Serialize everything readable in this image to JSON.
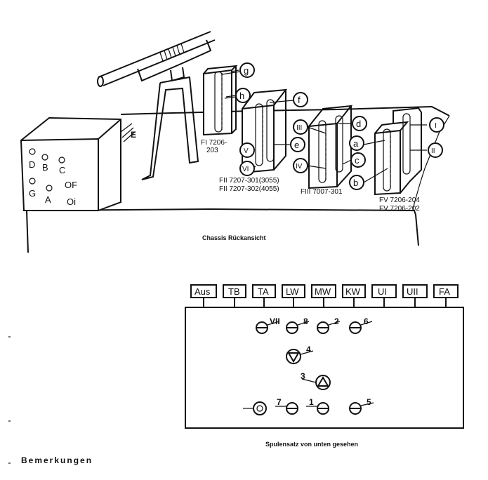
{
  "chassis": {
    "caption": "Chassis Rückansicht",
    "box_labels": [
      "D",
      "B",
      "C",
      "G",
      "A",
      "OF",
      "Oi"
    ],
    "e_label": "E",
    "filter_labels": {
      "f1": [
        "FI 7206-",
        "203"
      ],
      "f2": [
        "FII 7207-301(3055)",
        "FII 7207-302(4055)"
      ],
      "f3": [
        "FIII 7007-301"
      ],
      "f5": [
        "FV 7206-204",
        "FV 7206-202"
      ]
    },
    "circle_letters": [
      "g",
      "h",
      "f",
      "e",
      "d",
      "a",
      "c",
      "b"
    ],
    "circle_roman": [
      "V",
      "VI",
      "III",
      "IV",
      "I",
      "II"
    ]
  },
  "coilset": {
    "caption": "Spulensatz von unten gesehen",
    "tabs": [
      "Aus",
      "TB",
      "TA",
      "LW",
      "MW",
      "KW",
      "UI",
      "UII",
      "FA"
    ],
    "trimmers": [
      "VII",
      "8",
      "2",
      "6",
      "4",
      "3",
      "7",
      "1",
      "5"
    ]
  },
  "remarks": "Bemerkungen"
}
